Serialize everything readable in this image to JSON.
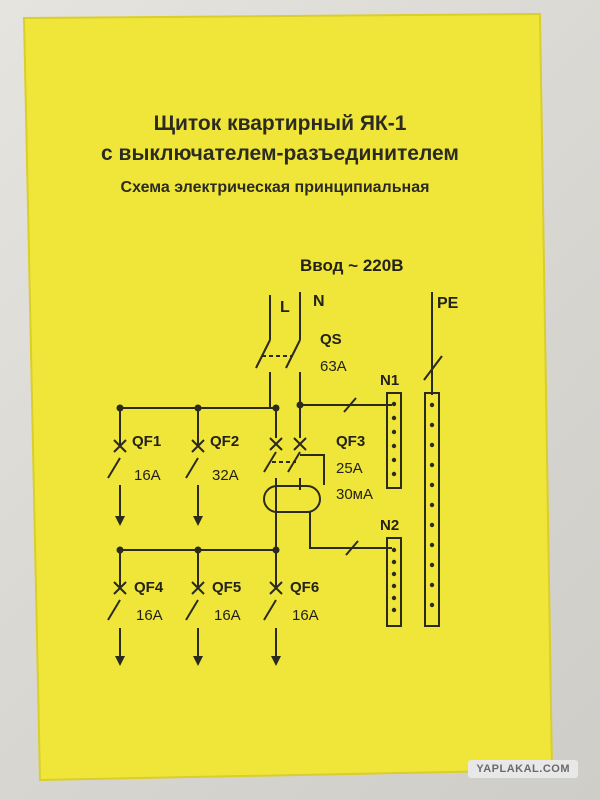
{
  "title": {
    "line1": "Щиток квартирный ЯК-1",
    "line2": "с выключателем-разъединителем",
    "line3": "Схема электрическая принципиальная"
  },
  "input": {
    "label": "Ввод ~ 220В",
    "phase": "L",
    "neutral": "N",
    "earth": "PE"
  },
  "main_switch": {
    "name": "QS",
    "rating": "63А"
  },
  "rcd": {
    "name": "QF3",
    "rating": "25А",
    "leakage": "30мА"
  },
  "breakers_top": [
    {
      "name": "QF1",
      "rating": "16А"
    },
    {
      "name": "QF2",
      "rating": "32А"
    }
  ],
  "breakers_bottom": [
    {
      "name": "QF4",
      "rating": "16А"
    },
    {
      "name": "QF5",
      "rating": "16А"
    },
    {
      "name": "QF6",
      "rating": "16А"
    }
  ],
  "busbars": {
    "n1": "N1",
    "n2": "N2"
  },
  "colors": {
    "plate": "#f0e63a",
    "line": "#2b2a1e"
  },
  "watermark": "YAPLAKAL.COM"
}
